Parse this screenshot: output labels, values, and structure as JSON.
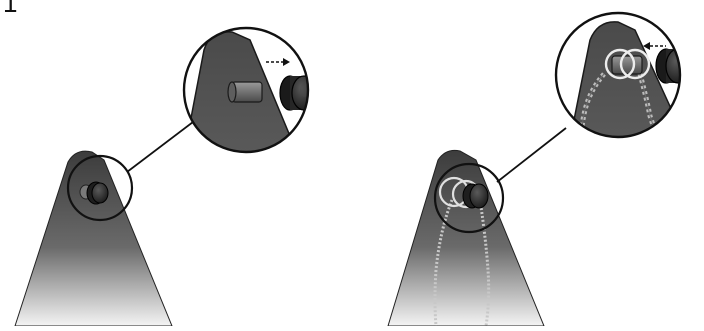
{
  "step": {
    "number": "1"
  },
  "diagram": {
    "panels": [
      {
        "name": "remove-knob",
        "arrow_direction": "out",
        "has_chain": false
      },
      {
        "name": "install-chain",
        "arrow_direction": "in",
        "has_chain": true
      }
    ],
    "colors": {
      "plate_dark": "#3a3a3a",
      "plate_mid": "#5a5a5a",
      "plate_light": "#8a8a8a",
      "knob": "#2a2a2a",
      "pin": "#6e6e6e",
      "outline": "#111111",
      "chain": "#bfbfbf",
      "ring": "#e6e6e6",
      "background": "#ffffff"
    }
  }
}
